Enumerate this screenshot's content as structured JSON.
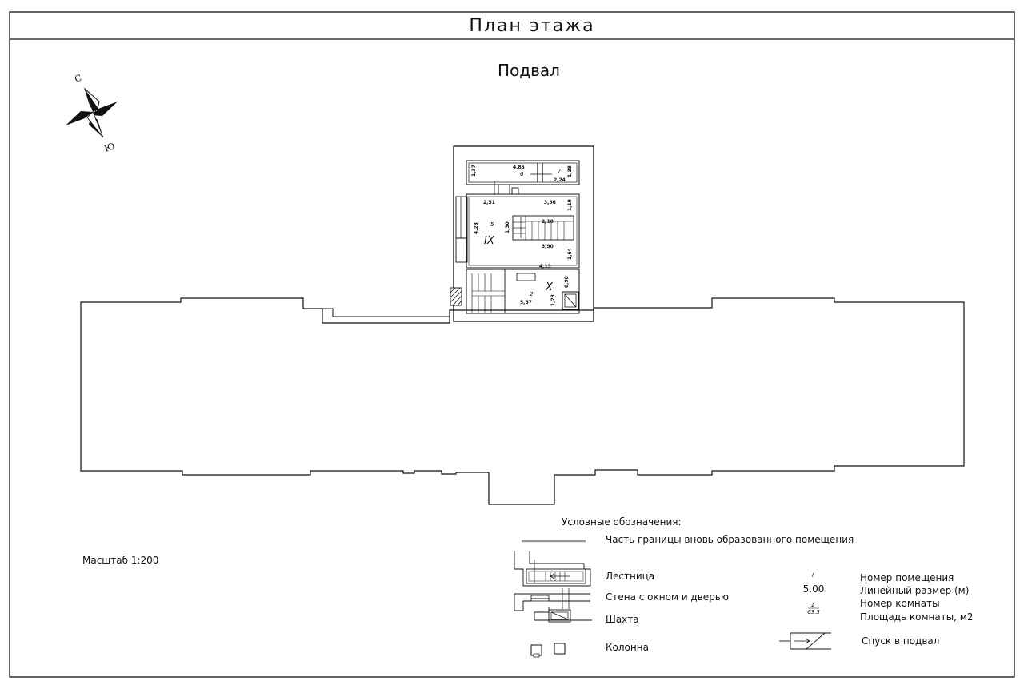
{
  "header": {
    "title": "План этажа"
  },
  "floor": {
    "name": "Подвал"
  },
  "compass": {
    "north": "С",
    "south": "Ю"
  },
  "scale": {
    "label": "Масштаб  1:200"
  },
  "rooms": {
    "upper_dims": {
      "w1": "4,85",
      "h1": "1,37",
      "w2": "2,24",
      "h2": "1,38",
      "n6": "6",
      "n7": "7"
    },
    "mid_dims": {
      "d1": "2,51",
      "d2": "3,56",
      "d3": "1,19",
      "d4": "4,23",
      "n5": "5",
      "d5": "1,30",
      "d6": "2,10",
      "d7": "3,90",
      "d8": "1,64",
      "d9": "4,13",
      "roman": "IX"
    },
    "lower_dims": {
      "n2": "2",
      "d1": "5,57",
      "d2": "1,23",
      "d3": "0,98",
      "roman": "X"
    }
  },
  "legend": {
    "title": "Условные обозначения:",
    "boundary": "Часть границы вновь образованного помещения",
    "stairs": "Лестница",
    "wall": "Стена с окном и дверью",
    "shaft": "Шахта",
    "column": "Колонна",
    "sample_room_no": "I",
    "sample_dim": "5.00",
    "sample_no": "1",
    "sample_area": "63.3",
    "room_no": "Номер помещения",
    "dim": "Линейный размер (м)",
    "num": "Номер комнаты",
    "area": "Площадь комнаты, м2",
    "descent": "Спуск в подвал"
  },
  "colors": {
    "line": "#111111",
    "boundary": "#999999"
  }
}
